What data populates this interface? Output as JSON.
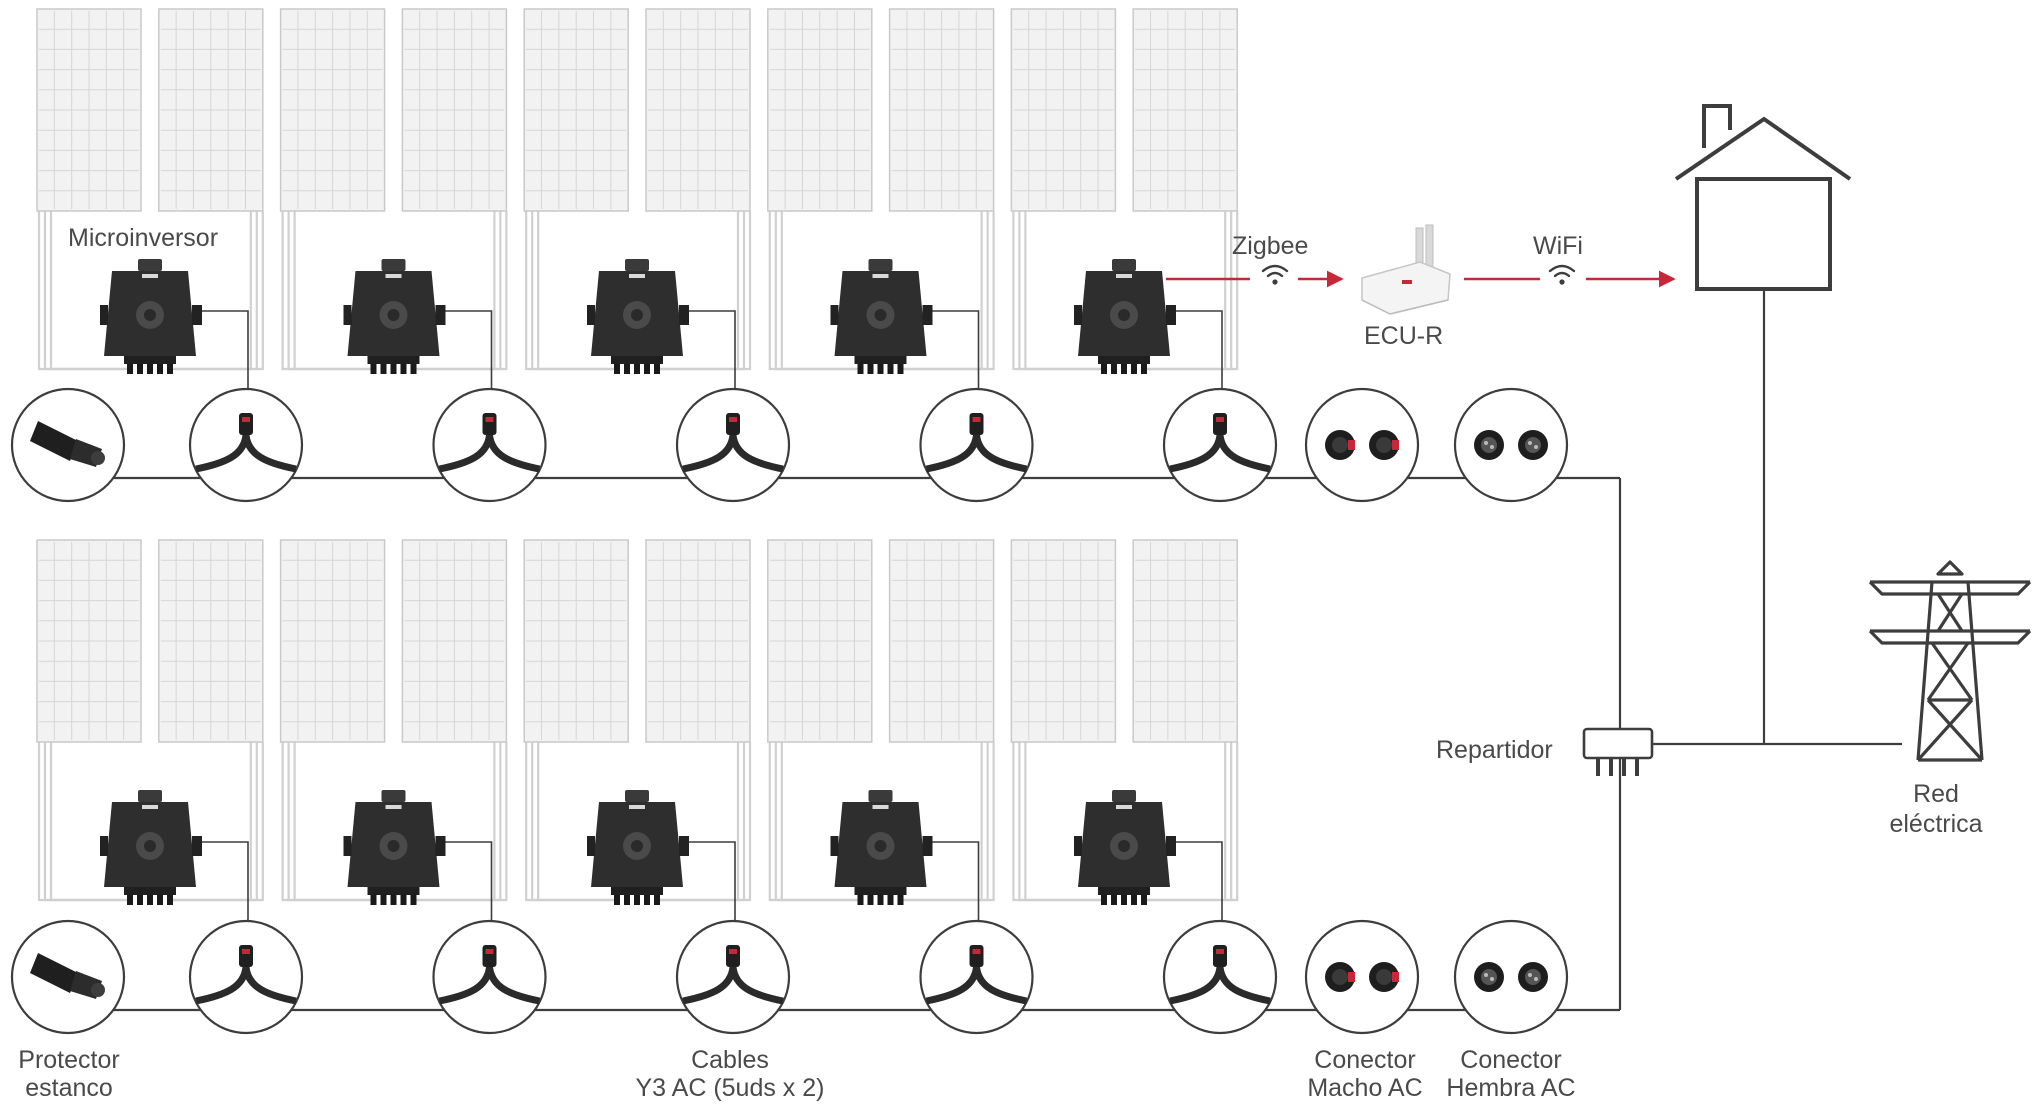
{
  "labels": {
    "microinverter": "Microinversor",
    "zigbee": "Zigbee",
    "wifi": "WiFi",
    "ecu": "ECU-R",
    "splitter": "Repartidor",
    "grid_line1": "Red",
    "grid_line2": "eléctrica",
    "protector_line1": "Protector",
    "protector_line2": "estanco",
    "cables_line1": "Cables",
    "cables_line2": "Y3 AC (5uds x 2)",
    "male_line1": "Conector",
    "male_line2": "Macho AC",
    "female_line1": "Conector",
    "female_line2": "Hembra AC"
  },
  "layout": {
    "rows": 2,
    "inverters_per_row": 5,
    "panels_per_inverter": 2
  },
  "colors": {
    "wireless_link": "#c8273a",
    "line": "#3d3d3d",
    "panel_fill": "#f2f2f2",
    "panel_grid": "#d6d6d6",
    "inverter": "#2e2e2e",
    "text": "#4a4a4a"
  },
  "icons": {
    "wireless": "wifi-signal-icon",
    "house": "house-icon",
    "pylon": "power-pylon-icon",
    "router": "ecu-router-icon"
  }
}
